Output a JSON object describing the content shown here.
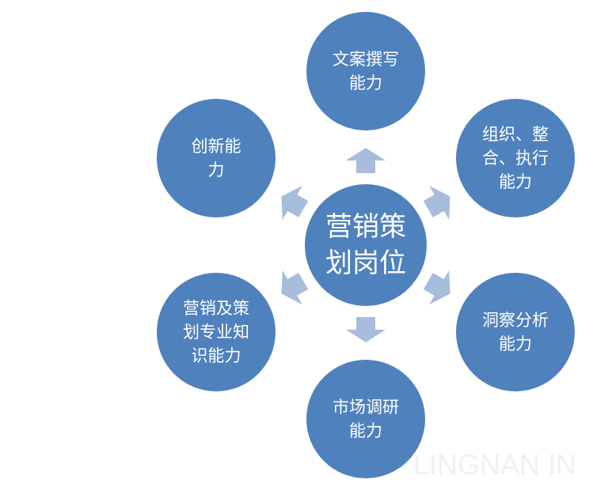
{
  "colors": {
    "circle": "#4f81bd",
    "arrow": "#a8bcdc",
    "text": "#ffffff"
  },
  "center": {
    "lines": [
      "营销策",
      "划岗位"
    ]
  },
  "nodes": [
    {
      "id": "copywriting",
      "lines": [
        "文案撰写",
        "能力"
      ]
    },
    {
      "id": "organize",
      "lines": [
        "组织、整",
        "合、执行",
        "能力"
      ]
    },
    {
      "id": "insight",
      "lines": [
        "洞察分析",
        "能力"
      ]
    },
    {
      "id": "research",
      "lines": [
        "市场调研",
        "能力"
      ]
    },
    {
      "id": "knowledge",
      "lines": [
        "营销及策",
        "划专业知",
        "识能力"
      ]
    },
    {
      "id": "innovation",
      "lines": [
        "创新能",
        "力"
      ]
    }
  ],
  "watermark": "LINGNAN IN"
}
